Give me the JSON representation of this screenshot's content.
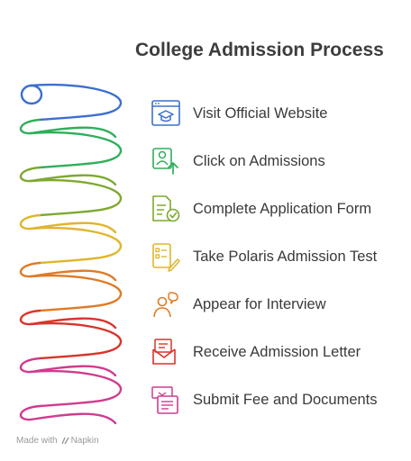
{
  "title": "College Admission Process",
  "steps": [
    {
      "label": "Visit Official Website",
      "icon": "website-icon",
      "color": "#3b6fd0"
    },
    {
      "label": "Click on Admissions",
      "icon": "admissions-icon",
      "color": "#2fae5a"
    },
    {
      "label": "Complete Application Form",
      "icon": "form-icon",
      "color": "#7ea82f"
    },
    {
      "label": "Take Polaris Admission Test",
      "icon": "test-icon",
      "color": "#e0b52a"
    },
    {
      "label": "Appear for Interview",
      "icon": "interview-icon",
      "color": "#e07a25"
    },
    {
      "label": "Receive Admission Letter",
      "icon": "letter-icon",
      "color": "#d9342b"
    },
    {
      "label": "Submit Fee and Documents",
      "icon": "documents-icon",
      "color": "#cf3c8e"
    }
  ],
  "footer": {
    "made_with": "Made with",
    "brand": "Napkin"
  }
}
